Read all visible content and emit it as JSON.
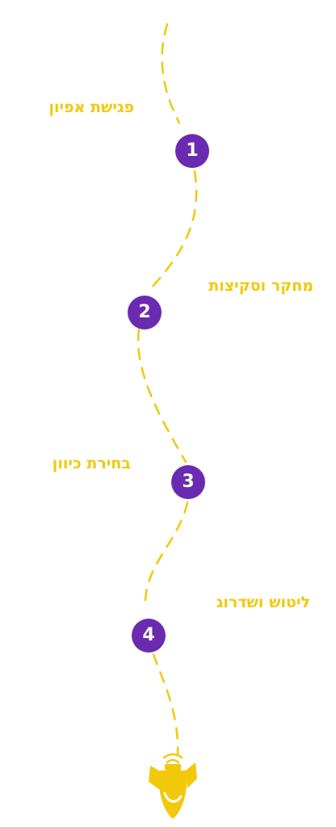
{
  "colors": {
    "accent_yellow": "#f2c80a",
    "circle_purple": "#6a2bb0",
    "circle_text": "#ffffff"
  },
  "steps": [
    {
      "number": "1",
      "label": "פגישת אפיון"
    },
    {
      "number": "2",
      "label": "מחקר וסקיצות"
    },
    {
      "number": "3",
      "label": "בחירת כיוון"
    },
    {
      "number": "4",
      "label": "ליטוש ושדרוג"
    }
  ],
  "icons": {
    "path": "dashed-trail-icon",
    "rocket": "rocket-icon"
  }
}
